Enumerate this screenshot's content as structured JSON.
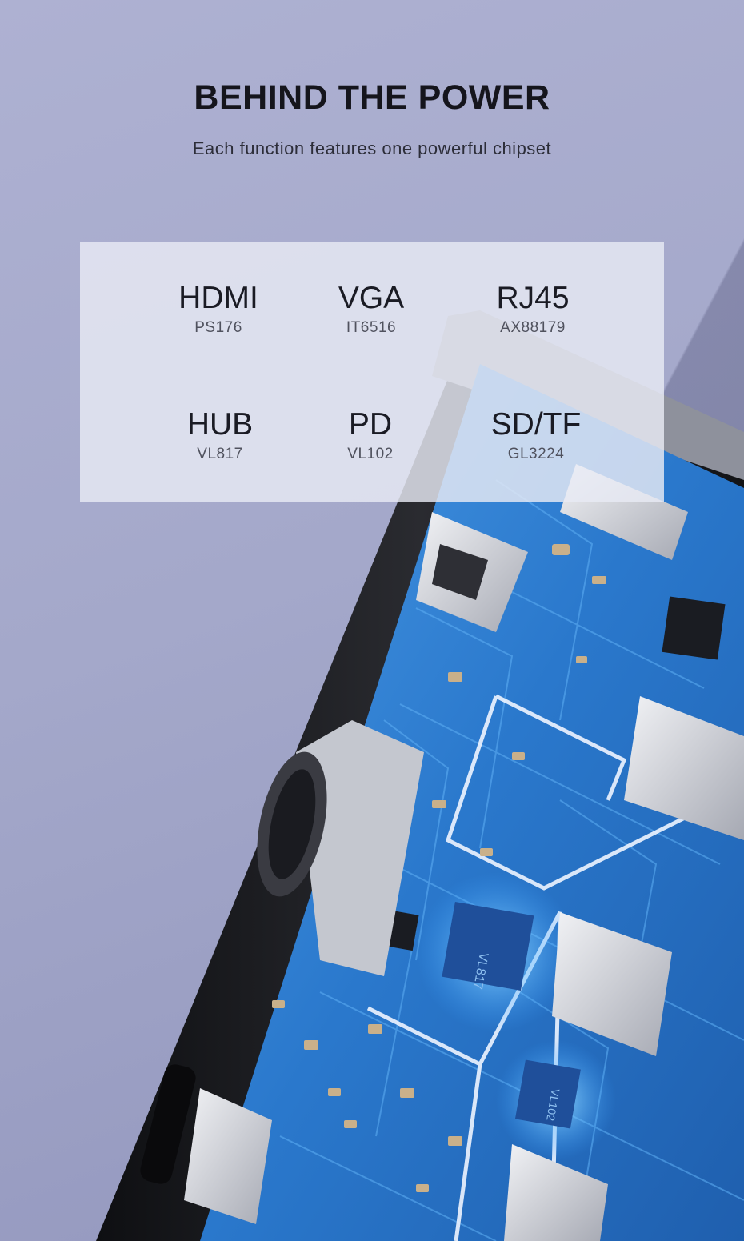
{
  "header": {
    "title": "BEHIND THE POWER",
    "subtitle": "Each function features one powerful chipset"
  },
  "chipsets": [
    {
      "function": "HDMI",
      "chip": "PS176"
    },
    {
      "function": "VGA",
      "chip": "IT6516"
    },
    {
      "function": "RJ45",
      "chip": "AX88179"
    },
    {
      "function": "HUB",
      "chip": "VL817"
    },
    {
      "function": "PD",
      "chip": "VL102"
    },
    {
      "function": "SD/TF",
      "chip": "GL3224"
    }
  ],
  "board_labels": {
    "hub_chip": "VL817",
    "pd_chip": "VL102"
  },
  "colors": {
    "background": "#a4a8ca",
    "pcb": "#2f7fd0",
    "casing": "#1a1b1f"
  }
}
